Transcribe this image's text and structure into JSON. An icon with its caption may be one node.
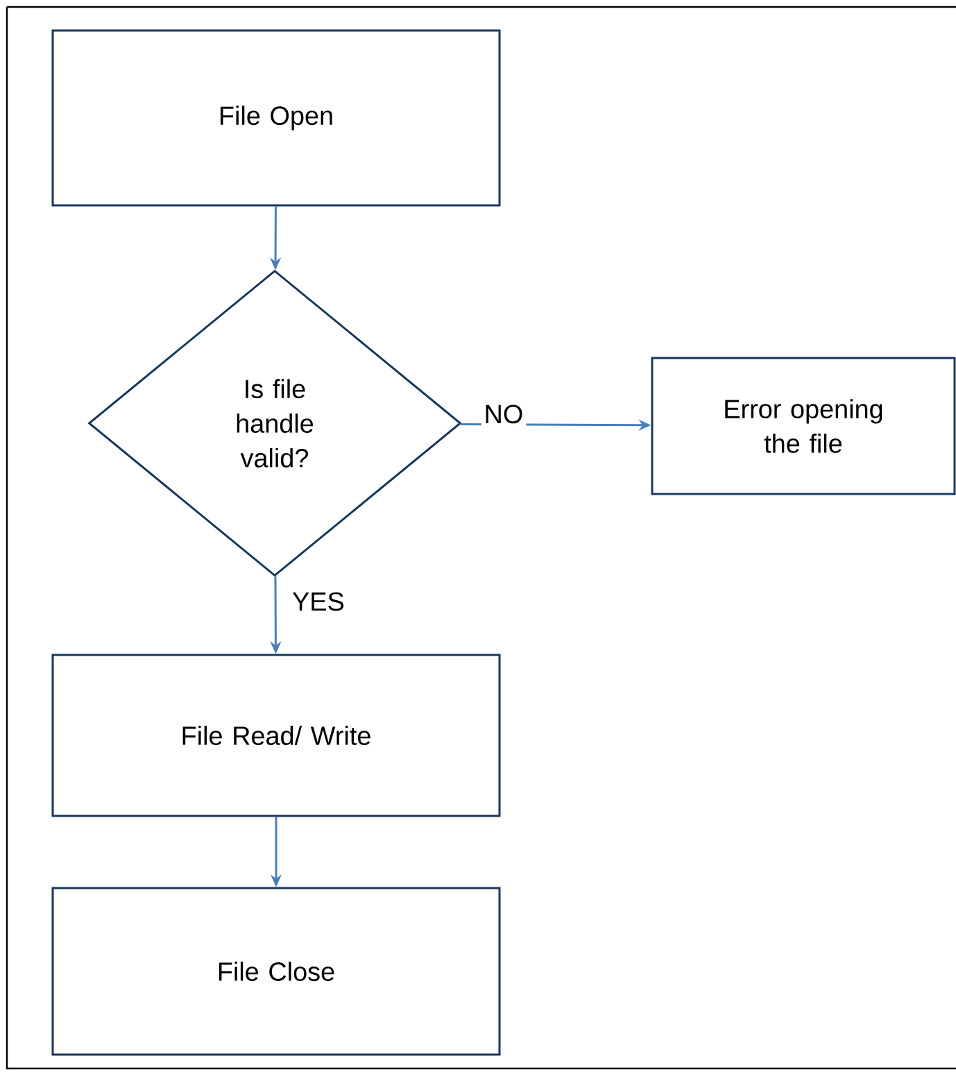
{
  "diagram": {
    "nodes": [
      {
        "text": [
          "File Open"
        ]
      },
      {
        "text": [
          "Is file handle valid?"
        ]
      },
      {
        "text": [
          "Error opening the file"
        ]
      },
      {
        "text": [
          "File Read/ Write"
        ]
      },
      {
        "text": [
          "File Close"
        ]
      }
    ],
    "edges": [
      {
        "from": 0,
        "to": 1,
        "arrow": "to"
      },
      {
        "from": 1,
        "to": 2,
        "arrow": "to",
        "label": "NO"
      },
      {
        "from": 1,
        "to": 3,
        "arrow": "to",
        "label": "YES"
      },
      {
        "from": 3,
        "to": 4,
        "arrow": "to"
      }
    ]
  }
}
